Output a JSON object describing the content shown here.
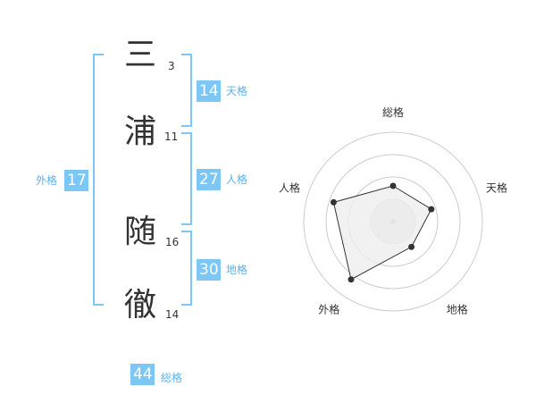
{
  "characters": [
    {
      "char": "三",
      "strokes": "3"
    },
    {
      "char": "浦",
      "strokes": "11"
    },
    {
      "char": "随",
      "strokes": "16"
    },
    {
      "char": "徹",
      "strokes": "14"
    }
  ],
  "fortunes": {
    "tenkaku": {
      "label": "天格",
      "value": "14"
    },
    "jinkaku": {
      "label": "人格",
      "value": "27"
    },
    "chikaku": {
      "label": "地格",
      "value": "30"
    },
    "gaikaku": {
      "label": "外格",
      "value": "17"
    },
    "soukaku": {
      "label": "総格",
      "value": "44"
    }
  },
  "radar": {
    "axes": [
      "総格",
      "天格",
      "地格",
      "外格",
      "人格"
    ],
    "levels": [
      0.4,
      0.45,
      0.35,
      0.8,
      0.7
    ],
    "colors": {
      "ring": "#cccccc",
      "fill": "#eeeeee",
      "line": "#333333",
      "center": "#bbbbbb"
    }
  }
}
